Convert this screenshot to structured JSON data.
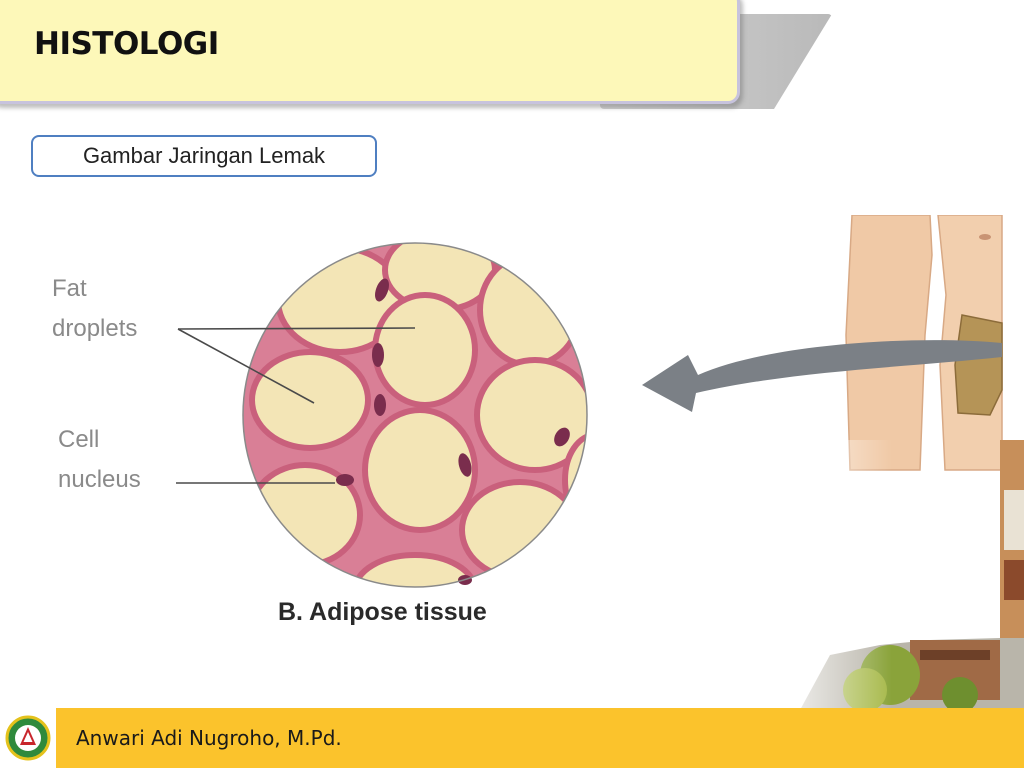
{
  "header": {
    "title": "HISTOLOGI"
  },
  "subtitle": {
    "text": "Gambar Jaringan Lemak"
  },
  "figure": {
    "labels": {
      "fat_line1": "Fat",
      "fat_line2": "droplets",
      "nucleus_line1": "Cell",
      "nucleus_line2": "nucleus"
    },
    "caption": "B. Adipose tissue"
  },
  "footer": {
    "author": "Anwari Adi Nugroho, M.Pd."
  },
  "colors": {
    "title_bg": "#fdf8b9",
    "footer_bg": "#fbc32c",
    "cell_fill": "#f3e5b6",
    "cell_wall": "#c9607c",
    "nucleus": "#7a2d4d",
    "subtitle_border": "#4f7fc1"
  },
  "icons": {
    "logo": "university-logo-icon",
    "arrow": "curved-arrow-icon"
  }
}
